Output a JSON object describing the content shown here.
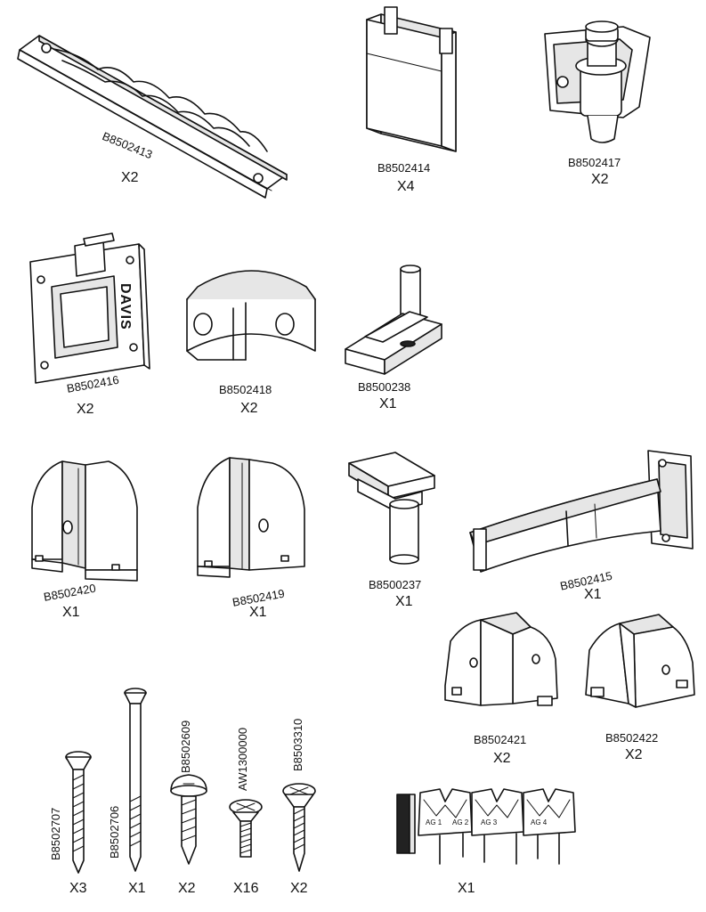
{
  "parts": [
    {
      "id": "p1",
      "code": "B8502413",
      "qty": "X2"
    },
    {
      "id": "p2",
      "code": "B8502414",
      "qty": "X4"
    },
    {
      "id": "p3",
      "code": "B8502417",
      "qty": "X2"
    },
    {
      "id": "p4",
      "code": "B8502416",
      "qty": "X2",
      "stamp": "DAVIS"
    },
    {
      "id": "p5",
      "code": "B8502418",
      "qty": "X2"
    },
    {
      "id": "p6",
      "code": "B8500238",
      "qty": "X1"
    },
    {
      "id": "p7",
      "code": "B8502420",
      "qty": "X1"
    },
    {
      "id": "p8",
      "code": "B8502419",
      "qty": "X1"
    },
    {
      "id": "p9",
      "code": "B8500237",
      "qty": "X1"
    },
    {
      "id": "p10",
      "code": "B8502415",
      "qty": "X1"
    },
    {
      "id": "p11",
      "code": "B8502421",
      "qty": "X2"
    },
    {
      "id": "p12",
      "code": "B8502422",
      "qty": "X2"
    },
    {
      "id": "p13",
      "code": "B8502707",
      "qty": "X3"
    },
    {
      "id": "p14",
      "code": "B8502706",
      "qty": "X1"
    },
    {
      "id": "p15",
      "code": "B8502609",
      "qty": "X2"
    },
    {
      "id": "p16",
      "code": "AW1300000",
      "qty": "X16"
    },
    {
      "id": "p17",
      "code": "B8503310",
      "qty": "X2"
    },
    {
      "id": "p18",
      "code": "",
      "qty": "X1",
      "tag_labels": [
        "AG 1",
        "AG 2",
        "AG 3",
        "AG 4"
      ]
    }
  ]
}
